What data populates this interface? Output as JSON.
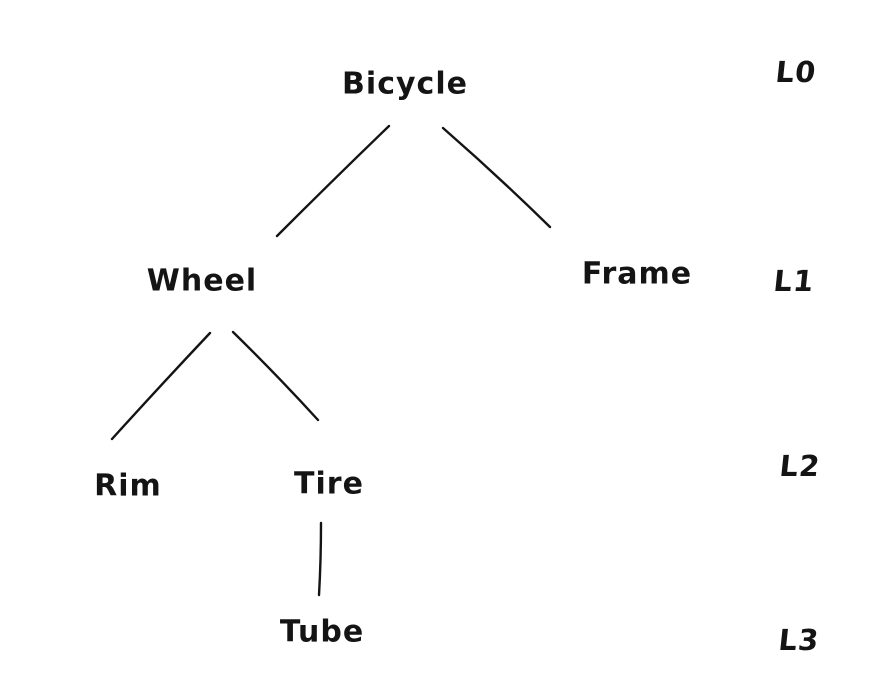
{
  "canvas": {
    "background": "#ffffff",
    "ink_color": "#141414"
  },
  "diagram": {
    "type": "tree",
    "nodes": [
      {
        "id": "bicycle",
        "label": "Bicycle",
        "level": "L0"
      },
      {
        "id": "wheel",
        "label": "Wheel",
        "level": "L1"
      },
      {
        "id": "frame",
        "label": "Frame",
        "level": "L1"
      },
      {
        "id": "rim",
        "label": "Rim",
        "level": "L2"
      },
      {
        "id": "tire",
        "label": "Tire",
        "level": "L2"
      },
      {
        "id": "tube",
        "label": "Tube",
        "level": "L3"
      }
    ],
    "edges": [
      {
        "from": "bicycle",
        "to": "wheel"
      },
      {
        "from": "bicycle",
        "to": "frame"
      },
      {
        "from": "wheel",
        "to": "rim"
      },
      {
        "from": "wheel",
        "to": "tire"
      },
      {
        "from": "tire",
        "to": "tube"
      }
    ],
    "level_labels": [
      "L0",
      "L1",
      "L2",
      "L3"
    ]
  }
}
